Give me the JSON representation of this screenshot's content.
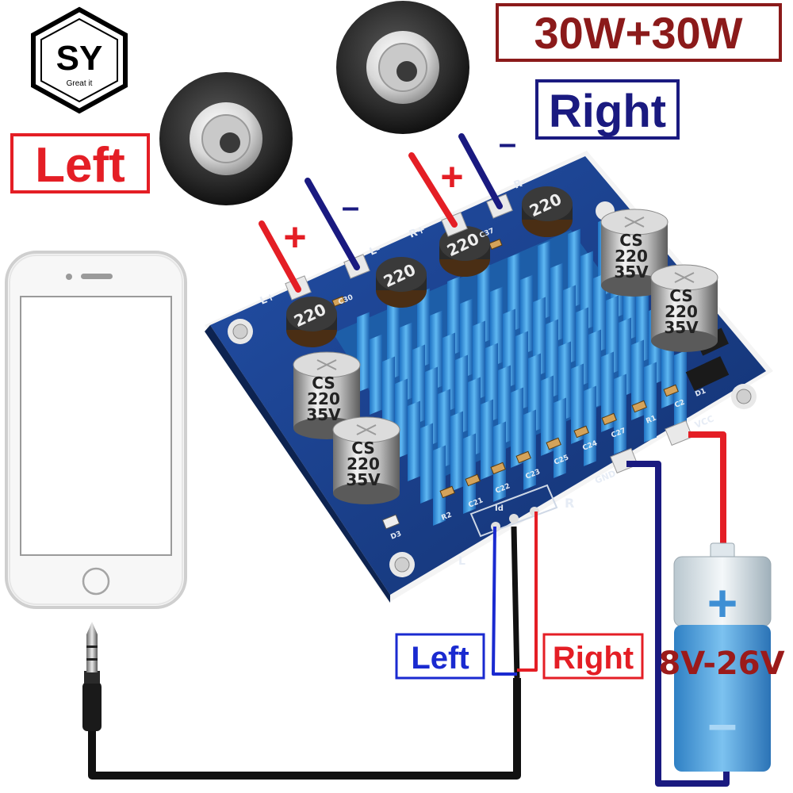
{
  "brand": {
    "logo_text": "SY",
    "tagline": "Great it"
  },
  "power_label": "30W+30W",
  "speaker_labels": {
    "left": "Left",
    "right": "Right",
    "plus": "+",
    "minus": "–"
  },
  "audio_input_labels": {
    "left": "Left",
    "right": "Right"
  },
  "battery": {
    "voltage": "8V-26V",
    "plus": "+",
    "minus": "–"
  },
  "board_silkscreen": {
    "left_plus": "L+",
    "left_minus": "L-",
    "right_plus": "R+",
    "right_minus": "R-",
    "vcc": "VCC",
    "gnd": "GND",
    "in_left": "L",
    "in_gnd": "Id",
    "in_right": "R",
    "refs": [
      "C30",
      "C37",
      "C21",
      "C22",
      "C23",
      "C25",
      "C24",
      "C27",
      "R1",
      "C2",
      "R2",
      "D1",
      "D3"
    ]
  },
  "capacitor": {
    "brand": "CS",
    "value": "220",
    "voltage": "35V"
  },
  "inductor_value": "220",
  "colors": {
    "left_red": "#e41e25",
    "right_navy": "#1a1a80",
    "title_maroon": "#8b1a1a",
    "board_blue": "#1b3f8f",
    "heatsink_blue": "#2f8fd8",
    "battery_blue": "#4a9fdc"
  }
}
